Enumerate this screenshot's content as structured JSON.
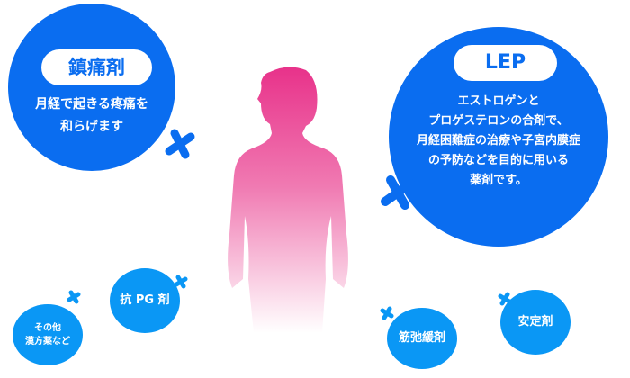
{
  "painkiller": {
    "title": "鎮痛剤",
    "desc_lines": [
      "月経で起きる疼痛を",
      "和らげます"
    ]
  },
  "lep": {
    "title": "LEP",
    "desc_lines": [
      "エストロゲンと",
      "プロゲステロンの合剤で、",
      "月経困難症の治療や子宮内膜症",
      "の予防などを目的に用いる",
      "薬剤です。"
    ]
  },
  "small_items": [
    {
      "lines": [
        "その他",
        "漢方薬など"
      ]
    },
    {
      "lines": [
        "抗 PG 剤"
      ]
    },
    {
      "lines": [
        "筋弛緩剤"
      ]
    },
    {
      "lines": [
        "安定剤"
      ]
    }
  ],
  "colors": {
    "big": "#0a6df0",
    "small": "#0a97f5",
    "figure": "#e8328a"
  }
}
